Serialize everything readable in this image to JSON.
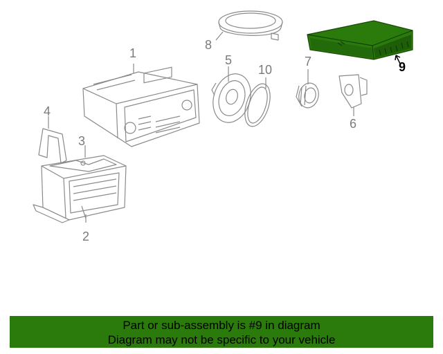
{
  "callouts": {
    "c1": "1",
    "c2": "2",
    "c3": "3",
    "c4": "4",
    "c5": "5",
    "c6": "6",
    "c7": "7",
    "c8": "8",
    "c9": "9",
    "c10": "10"
  },
  "highlight_part": "9",
  "colors": {
    "highlight": "#2a7a0c",
    "line": "#8a8a8a",
    "banner_bg": "#2a7a0c"
  },
  "banner": {
    "line1": "Part or sub-assembly is #9 in diagram",
    "line2": "Diagram may not be specific to your vehicle"
  }
}
